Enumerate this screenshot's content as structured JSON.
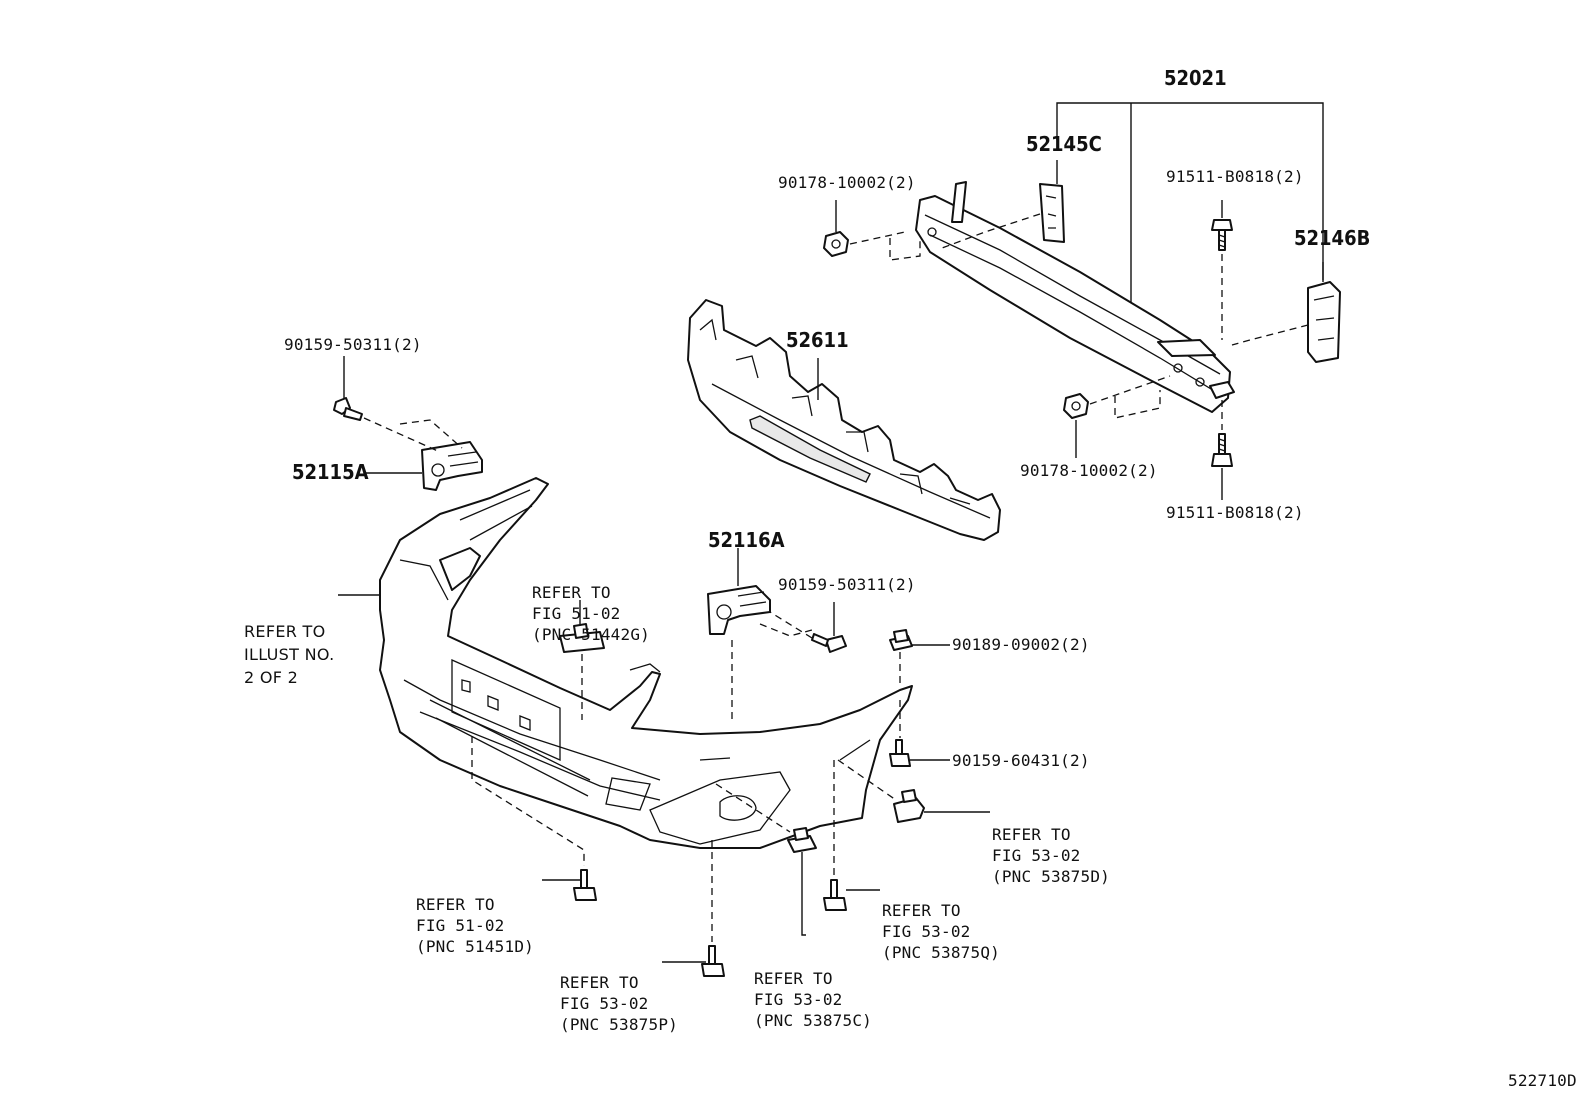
{
  "labels": {
    "p52021": "52021",
    "p52145C": "52145C",
    "p52146B": "52146B",
    "p52611": "52611",
    "p52115A": "52115A",
    "p52116A": "52116A",
    "bolt_90178_top": "90178-10002(2)",
    "bolt_90178_bottom": "90178-10002(2)",
    "bolt_91511_top": "91511-B0818(2)",
    "bolt_91511_bottom": "91511-B0818(2)",
    "screw_90159_50311_left": "90159-50311(2)",
    "screw_90159_50311_mid": "90159-50311(2)",
    "clip_90189": "90189-09002(2)",
    "screw_90159_60431": "90159-60431(2)",
    "ref_illust": [
      "REFER TO",
      "ILLUST NO.",
      "2 OF 2"
    ],
    "ref_51442G": [
      "REFER TO",
      "FIG 51-02",
      "(PNC 51442G)"
    ],
    "ref_53875D": [
      "REFER TO",
      "FIG 53-02",
      "(PNC 53875D)"
    ],
    "ref_51451D": [
      "REFER TO",
      "FIG 51-02",
      "(PNC 51451D)"
    ],
    "ref_53875Q": [
      "REFER TO",
      "FIG 53-02",
      "(PNC 53875Q)"
    ],
    "ref_53875P": [
      "REFER TO",
      "FIG 53-02",
      "(PNC 53875P)"
    ],
    "ref_53875C": [
      "REFER TO",
      "FIG 53-02",
      "(PNC 53875C)"
    ],
    "diagram_id": "522710D"
  }
}
